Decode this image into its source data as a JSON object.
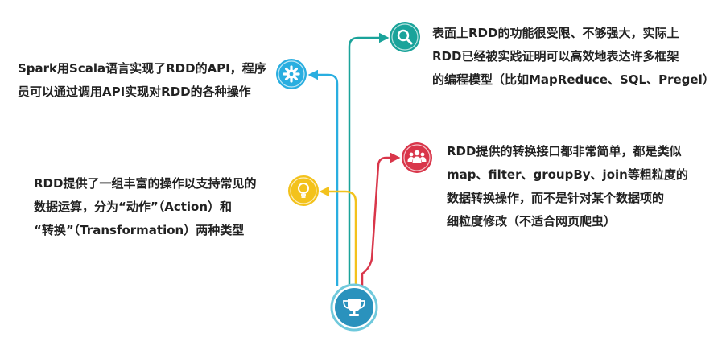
{
  "colors": {
    "teal": "#1aa39a",
    "blue": "#29aee0",
    "red": "#d9364a",
    "yellow": "#f3c21c",
    "trophy_ring": "#6fc9dc",
    "trophy_fill": "#2a92bd",
    "text": "#222222"
  },
  "nodes": {
    "search": {
      "icon": "search-icon",
      "lines": [
        "表面上RDD的功能很受限、不够强大，实际上",
        "RDD已经被实践证明可以高效地表达许多框架",
        "的编程模型（比如MapReduce、SQL、Pregel）"
      ]
    },
    "gear": {
      "icon": "gear-icon",
      "lines": [
        "Spark用Scala语言实现了RDD的API，程序",
        "员可以通过调用API实现对RDD的各种操作"
      ]
    },
    "people": {
      "icon": "people-icon",
      "lines": [
        "RDD提供的转换接口都非常简单，都是类似",
        "map、filter、groupBy、join等粗粒度的",
        "数据转换操作，而不是针对某个数据项的",
        "细粒度修改（不适合网页爬虫）"
      ]
    },
    "bulb": {
      "icon": "lightbulb-icon",
      "lines": [
        "RDD提供了一组丰富的操作以支持常见的",
        "数据运算，分为“动作”（Action）和",
        "“转换”（Transformation）两种类型"
      ]
    },
    "root": {
      "icon": "trophy-icon"
    }
  }
}
